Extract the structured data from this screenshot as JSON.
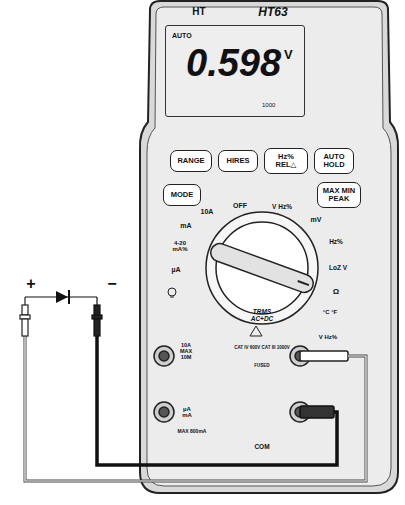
{
  "diagram": {
    "nodes": [
      {
        "text": [
          "AUTO",
          "0.598",
          "V",
          "1000"
        ]
      },
      {
        "text": [
          "RANGE"
        ]
      },
      {
        "text": [
          "HIRES"
        ]
      },
      {
        "text": [
          "Hz%",
          "REL△"
        ]
      },
      {
        "text": [
          "AUTO HOLD"
        ]
      },
      {
        "text": [
          "MODE"
        ]
      },
      {
        "text": [
          "MAX MIN PEAK"
        ]
      }
    ],
    "labels": [
      "HT",
      "HT63",
      "OFF",
      "10A",
      "mA",
      "4-20 mA%",
      "µA",
      "V Hz%",
      "mV",
      "Hz%",
      "LoZ V",
      "Ω",
      "°C °F",
      "TRMS AC+DC",
      "10A MAX 10M",
      "CAT IV 600V CAT III 1000V",
      "FUSED",
      "µA mA",
      "MAX 800mA",
      "COM",
      "V Hz%",
      "+",
      "−"
    ]
  }
}
